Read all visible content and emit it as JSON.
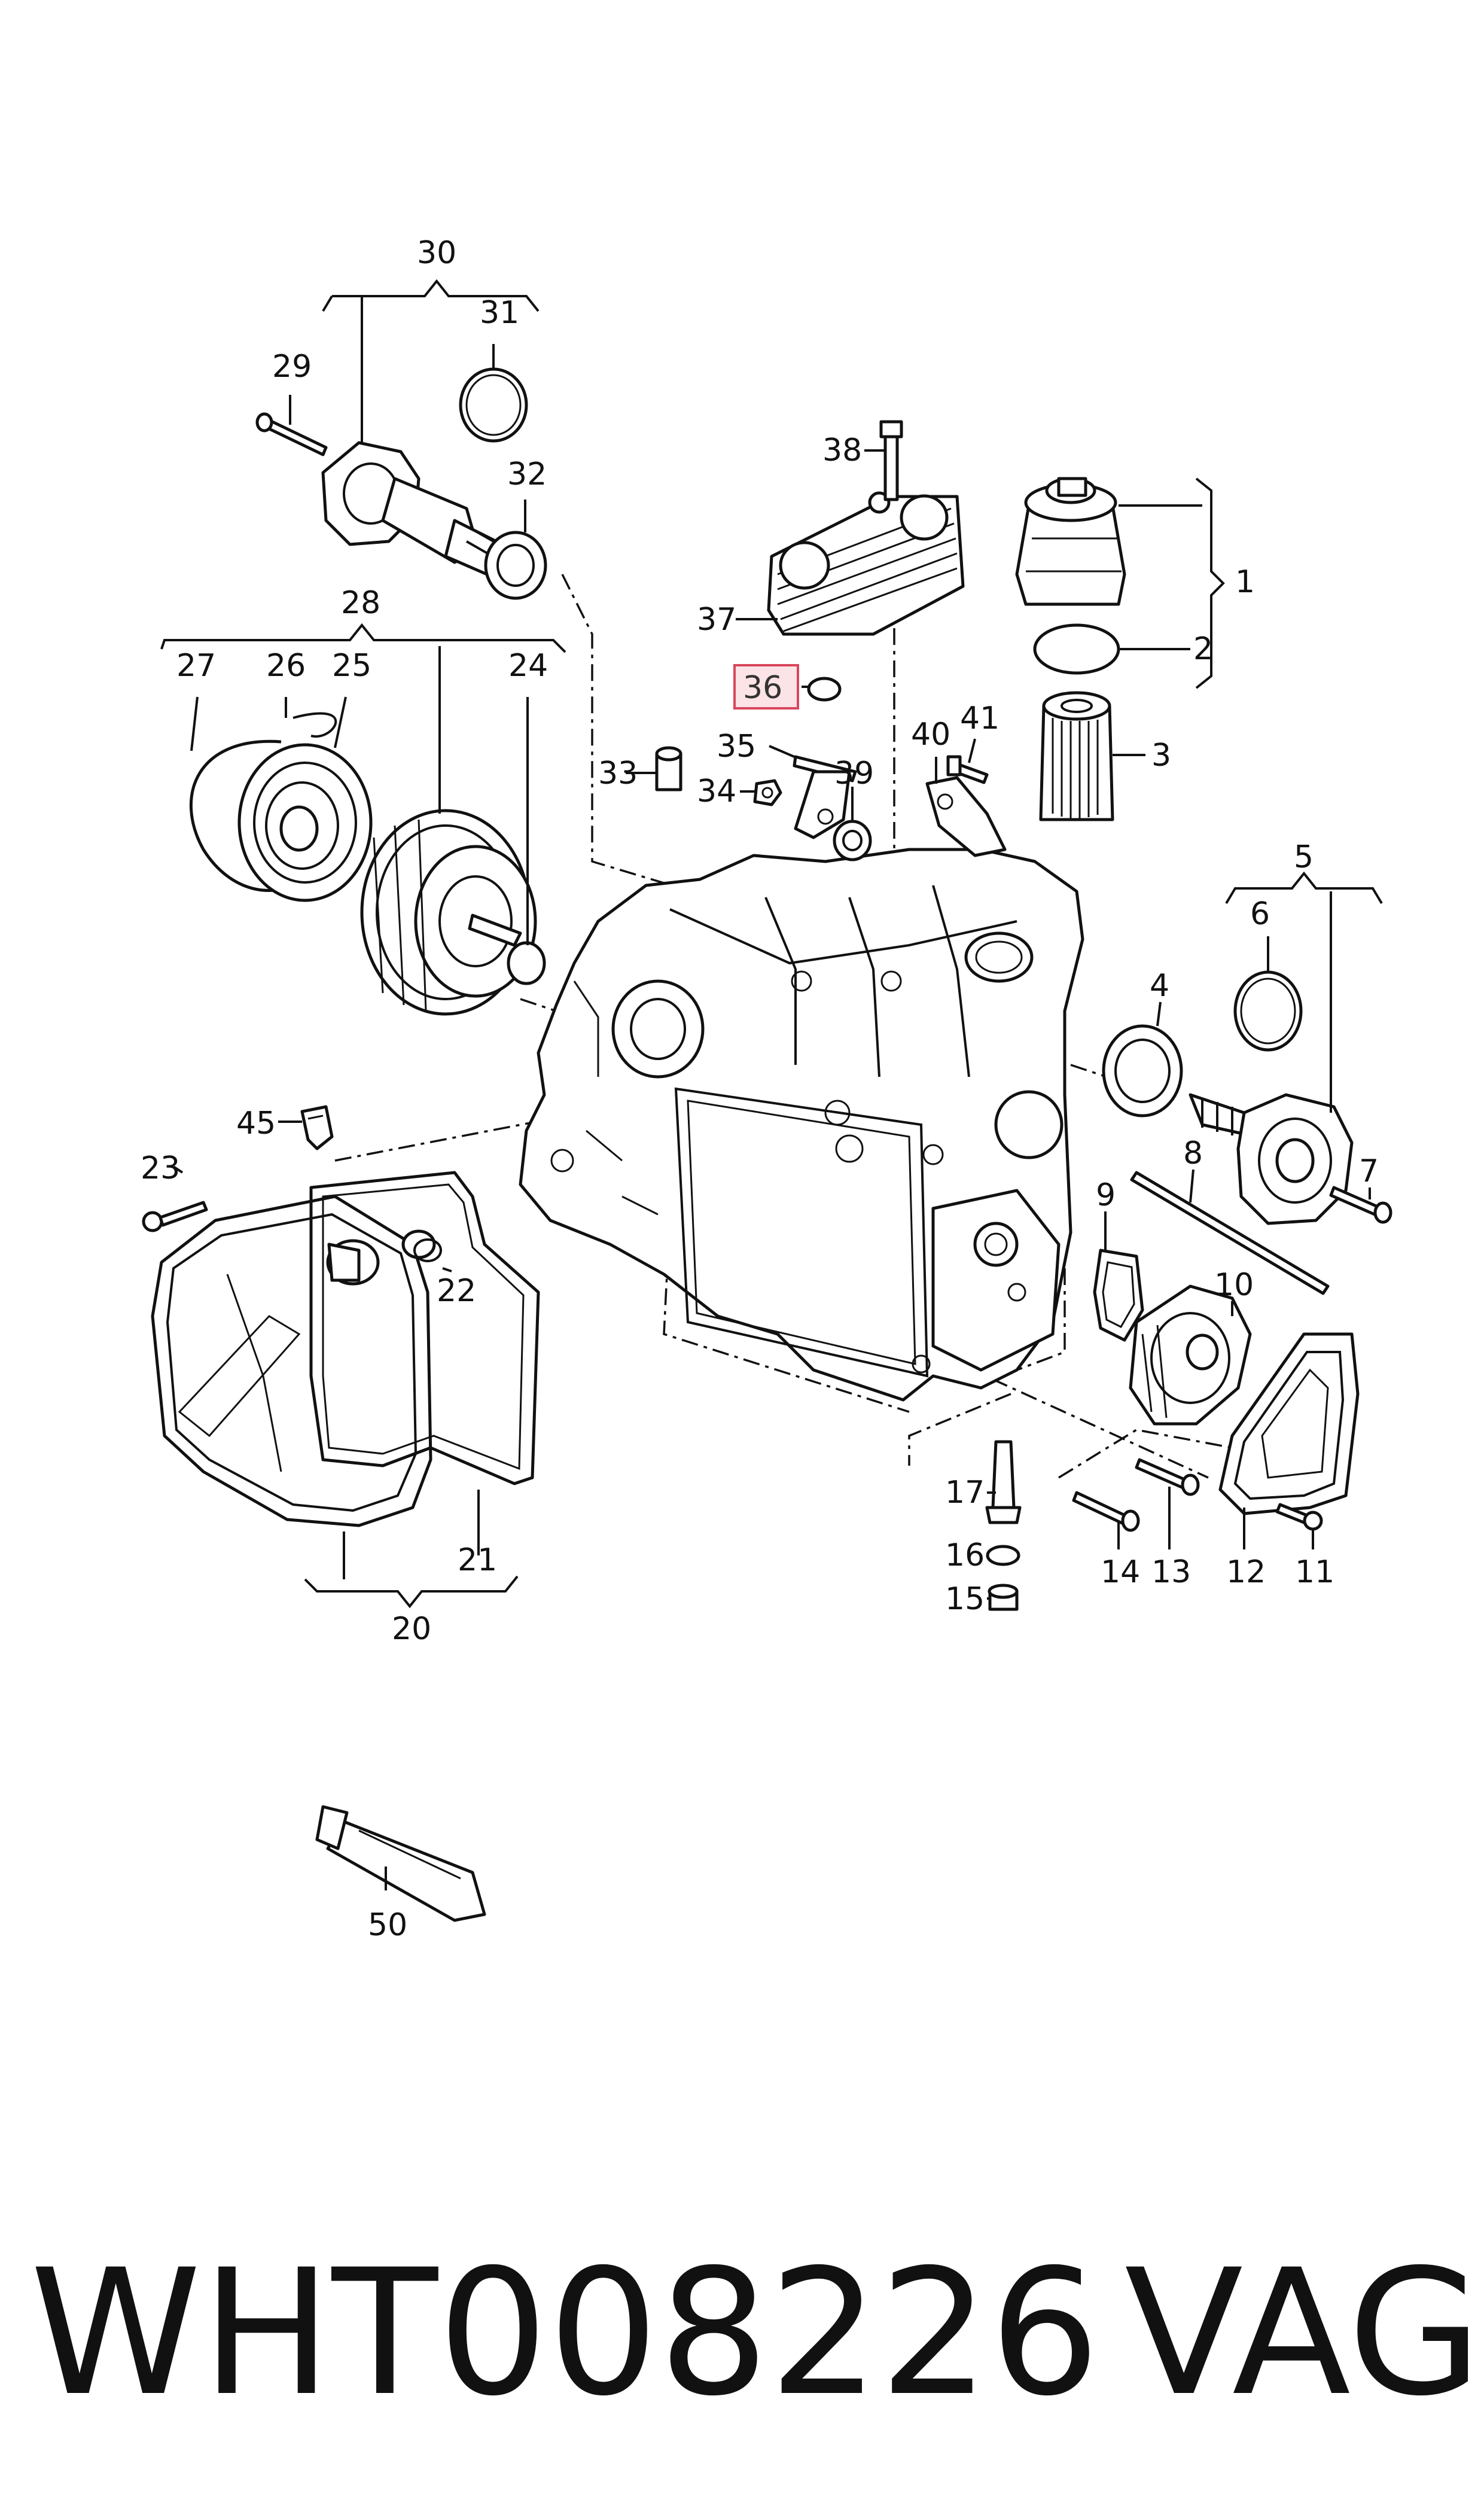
{
  "diagram": {
    "type": "exploded-parts-diagram",
    "callouts": {
      "c1": "1",
      "c2": "2",
      "c3": "3",
      "c4": "4",
      "c5": "5",
      "c6": "6",
      "c7": "7",
      "c8": "8",
      "c9": "9",
      "c10": "10",
      "c11": "11",
      "c12": "12",
      "c13": "13",
      "c14": "14",
      "c15": "15",
      "c16": "16",
      "c17": "17",
      "c20": "20",
      "c21": "21",
      "c22": "22",
      "c23": "23",
      "c24": "24",
      "c25": "25",
      "c26": "26",
      "c27": "27",
      "c28": "28",
      "c29": "29",
      "c30": "30",
      "c31": "31",
      "c32": "32",
      "c33": "33",
      "c34": "34",
      "c35": "35",
      "c36": "36",
      "c37": "37",
      "c38": "38",
      "c39": "39",
      "c40": "40",
      "c41": "41",
      "c45": "45",
      "c50": "50"
    },
    "highlighted_callout": "36",
    "highlight_color": "#d9465c"
  },
  "caption": {
    "part_number": "WHT008226",
    "brand": "VAG"
  }
}
